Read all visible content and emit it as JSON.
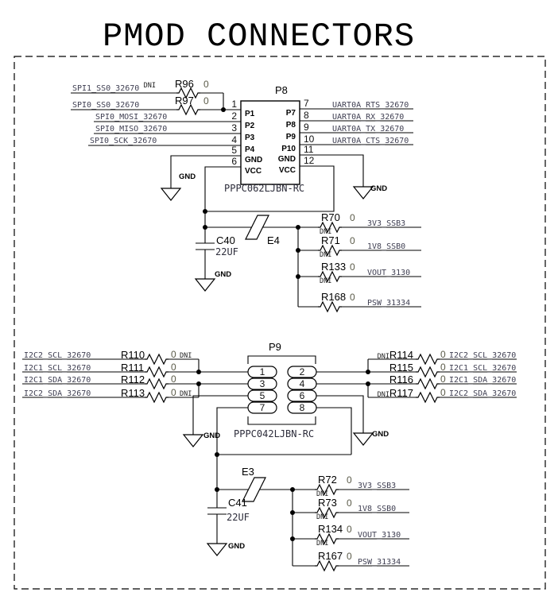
{
  "title": "PMOD CONNECTORS",
  "labels": {
    "gnd": "GND"
  },
  "p8": {
    "name": "P8",
    "part": "PPPC062LJBN-RC",
    "pins_left": [
      {
        "num": "1",
        "label": "P1"
      },
      {
        "num": "2",
        "label": "P2"
      },
      {
        "num": "3",
        "label": "P3"
      },
      {
        "num": "4",
        "label": "P4"
      },
      {
        "num": "5",
        "label": "GND"
      },
      {
        "num": "6",
        "label": "VCC"
      }
    ],
    "pins_right": [
      {
        "num": "7",
        "label": "P7"
      },
      {
        "num": "8",
        "label": "P8"
      },
      {
        "num": "9",
        "label": "P9"
      },
      {
        "num": "10",
        "label": "P10"
      },
      {
        "num": "11",
        "label": "GND"
      },
      {
        "num": "12",
        "label": "VCC"
      }
    ],
    "nets_left": [
      "SPI1_SS0_32670",
      "SPI0_SS0_32670",
      "SPI0_MOSI_32670",
      "SPI0_MISO_32670",
      "SPI0_SCK_32670"
    ],
    "nets_right": [
      "UART0A_RTS_32670",
      "UART0A_RX_32670",
      "UART0A_TX_32670",
      "UART0A_CTS_32670"
    ],
    "series_resistors": [
      {
        "ref": "R96",
        "value": "0",
        "dni": "DNI"
      },
      {
        "ref": "R97",
        "value": "0"
      }
    ],
    "bead": {
      "ref": "E4"
    },
    "cap": {
      "ref": "C40",
      "value": "22UF"
    },
    "pulls": [
      {
        "ref": "R70",
        "value": "0",
        "dni": "DNI",
        "net": "3V3_SSB3"
      },
      {
        "ref": "R71",
        "value": "0",
        "dni": "DNI",
        "net": "1V8_SSB0"
      },
      {
        "ref": "R133",
        "value": "0",
        "dni": "DNI",
        "net": "VOUT_3130"
      },
      {
        "ref": "R168",
        "value": "0",
        "net": "PSW_31334"
      }
    ]
  },
  "p9": {
    "name": "P9",
    "part": "PPPC042LJBN-RC",
    "pins_left": [
      "1",
      "3",
      "5",
      "7"
    ],
    "pins_right": [
      "2",
      "4",
      "6",
      "8"
    ],
    "resistors_left": [
      {
        "net": "I2C2_SCL_32670",
        "ref": "R110",
        "value": "0",
        "dni": "DNI"
      },
      {
        "net": "I2C1_SCL_32670",
        "ref": "R111",
        "value": "0"
      },
      {
        "net": "I2C1_SDA_32670",
        "ref": "R112",
        "value": "0"
      },
      {
        "net": "I2C2_SDA_32670",
        "ref": "R113",
        "value": "0",
        "dni": "DNI"
      }
    ],
    "resistors_right": [
      {
        "ref": "R114",
        "value": "0",
        "dni": "DNI",
        "net": "I2C2_SCL_32670"
      },
      {
        "ref": "R115",
        "value": "0",
        "net": "I2C1_SCL_32670"
      },
      {
        "ref": "R116",
        "value": "0",
        "net": "I2C1_SDA_32670"
      },
      {
        "ref": "R117",
        "value": "0",
        "dni": "DNI",
        "net": "I2C2_SDA_32670"
      }
    ],
    "bead": {
      "ref": "E3"
    },
    "cap": {
      "ref": "C41",
      "value": "22UF"
    },
    "pulls": [
      {
        "ref": "R72",
        "value": "0",
        "dni": "DNI",
        "net": "3V3_SSB3"
      },
      {
        "ref": "R73",
        "value": "0",
        "dni": "DNI",
        "net": "1V8_SSB0"
      },
      {
        "ref": "R134",
        "value": "0",
        "dni": "DNI",
        "net": "VOUT_3130"
      },
      {
        "ref": "R167",
        "value": "0",
        "net": "PSW_31334"
      }
    ]
  }
}
